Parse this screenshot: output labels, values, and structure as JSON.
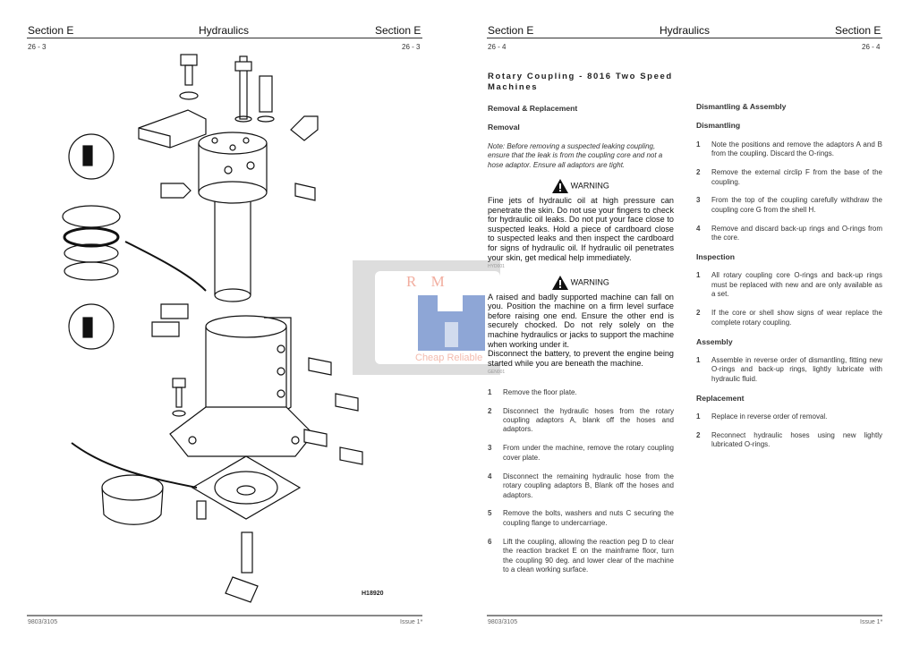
{
  "left_page": {
    "header": {
      "section": "Section E",
      "title": "Hydraulics",
      "section_right": "Section E"
    },
    "page_number_left": "26 - 3",
    "page_number_right": "26 - 3",
    "figure_ref": "H18920",
    "footer": {
      "doc_no": "9803/3105",
      "issue": "Issue 1*"
    }
  },
  "right_page": {
    "header": {
      "section": "Section E",
      "title": "Hydraulics",
      "section_right": "Section E"
    },
    "page_number_left": "26 - 4",
    "page_number_right": "26 - 4",
    "title": "Rotary Coupling - 8016 Two Speed Machines",
    "removal_replacement": "Removal & Replacement",
    "removal": "Removal",
    "note": "Note:  Before removing a suspected leaking coupling, ensure that the leak is from the coupling core and not a hose adaptor. Ensure all adaptors are tight.",
    "warning1": {
      "label": "WARNING",
      "text": "Fine jets of hydraulic oil at high pressure can penetrate the skin. Do not use your fingers to check for hydraulic oil leaks. Do not put your face close to suspected leaks. Hold a piece of cardboard close to suspected leaks and then inspect the cardboard for signs of hydraulic oil. If hydraulic oil penetrates your skin, get medical help immediately.",
      "code": "HYD001"
    },
    "warning2": {
      "label": "WARNING",
      "text": "A raised and badly supported machine can fall on you. Position the machine on a firm level surface before raising one end. Ensure the other end is securely chocked. Do not rely solely on the machine hydraulics or jacks to support the machine when working under it.",
      "text2": "Disconnect the battery, to prevent the engine being started while you are beneath the machine.",
      "code": "GEN001"
    },
    "removal_steps": [
      {
        "n": "1",
        "text": "Remove the floor plate."
      },
      {
        "n": "2",
        "text": "Disconnect the hydraulic hoses from the rotary coupling adaptors A, blank off the hoses and adaptors."
      },
      {
        "n": "3",
        "text": "From under the machine, remove the rotary coupling cover plate."
      },
      {
        "n": "4",
        "text": "Disconnect the remaining hydraulic hose from the rotary coupling adaptors B, Blank off the hoses and adaptors."
      },
      {
        "n": "5",
        "text": "Remove the bolts, washers and nuts C securing the coupling flange to undercarriage."
      },
      {
        "n": "6",
        "text": "Lift the coupling, allowing the reaction peg D to clear the reaction bracket E on the mainframe floor, turn the coupling 90 deg. and lower clear of the machine to a clean working surface."
      }
    ],
    "dismantling_assembly": "Dismantling & Assembly",
    "dismantling": "Dismantling",
    "dismantling_steps": [
      {
        "n": "1",
        "text": "Note the positions and remove the adaptors A and B from the coupling. Discard the O-rings."
      },
      {
        "n": "2",
        "text": "Remove the external circlip F from the base of the coupling."
      },
      {
        "n": "3",
        "text": "From the top of the coupling carefully withdraw the coupling core G from the shell H."
      },
      {
        "n": "4",
        "text": "Remove and discard back-up rings and O-rings from the core."
      }
    ],
    "inspection": "Inspection",
    "inspection_steps": [
      {
        "n": "1",
        "text": "All rotary coupling core O-rings and back-up rings must be replaced with new and are only available as a set."
      },
      {
        "n": "2",
        "text": "If the core or shell show signs of wear replace the complete rotary coupling."
      }
    ],
    "assembly": "Assembly",
    "assembly_steps": [
      {
        "n": "1",
        "text": "Assemble in reverse order of dismantling, fitting new O-rings and back-up rings, lightly lubricate with hydraulic fluid."
      }
    ],
    "replacement": "Replacement",
    "replacement_steps": [
      {
        "n": "1",
        "text": "Replace in reverse order of removal."
      },
      {
        "n": "2",
        "text": "Reconnect hydraulic hoses using new lightly lubricated O-rings."
      }
    ],
    "footer": {
      "doc_no": "9803/3105",
      "issue": "Issue 1*"
    }
  },
  "watermark": {
    "logo": "R M",
    "tagline": "Cheap Reliable"
  }
}
